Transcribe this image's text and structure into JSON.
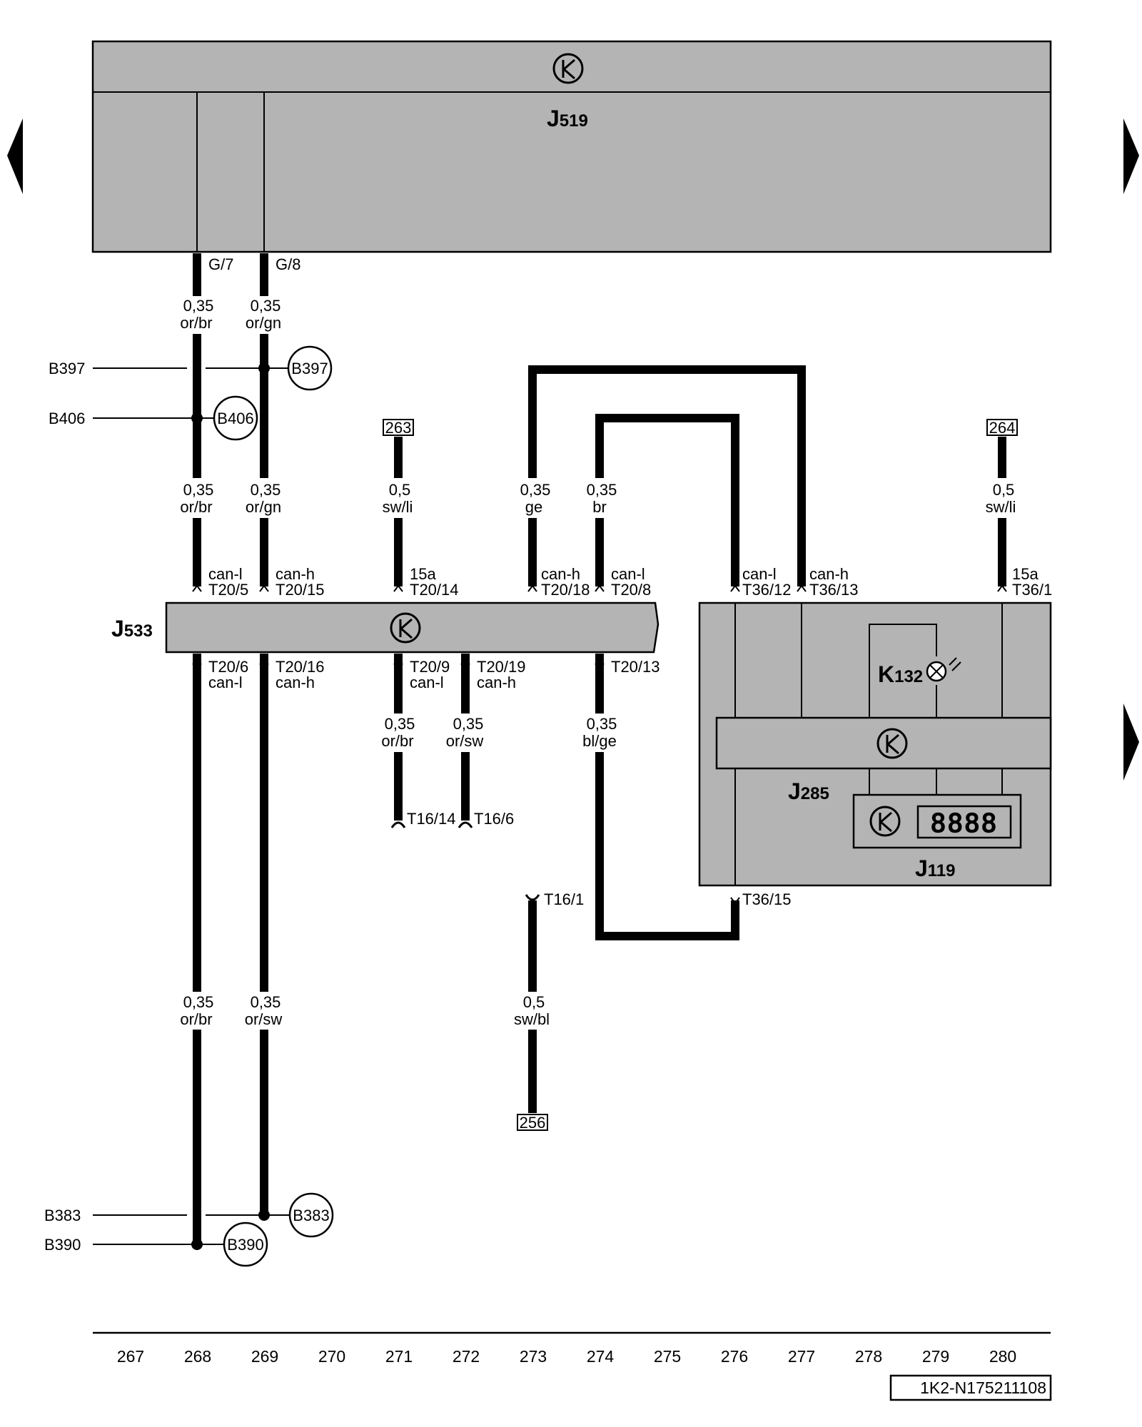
{
  "components": {
    "j519": "J",
    "j519_sub": "519",
    "j533": "J",
    "j533_sub": "533",
    "j285": "J",
    "j285_sub": "285",
    "j119": "J",
    "j119_sub": "119",
    "k132": "K",
    "k132_sub": "132",
    "j119_display": "8888"
  },
  "pins": {
    "g7": "G/7",
    "g8": "G/8",
    "t20_5": "T20/5",
    "t20_15": "T20/15",
    "t20_14": "T20/14",
    "t20_18": "T20/18",
    "t20_8": "T20/8",
    "t36_12": "T36/12",
    "t36_13": "T36/13",
    "t36_1": "T36/1",
    "t20_6": "T20/6",
    "t20_16": "T20/16",
    "t20_9": "T20/9",
    "t20_19": "T20/19",
    "t20_13": "T20/13",
    "t16_14": "T16/14",
    "t16_6": "T16/6",
    "t16_1": "T16/1",
    "t36_15": "T36/15"
  },
  "signals": {
    "can_l": "can-l",
    "can_h": "can-h",
    "s15a": "15a"
  },
  "wires": [
    {
      "size": "0,35",
      "color": "or/br"
    },
    {
      "size": "0,35",
      "color": "or/gn"
    },
    {
      "size": "0,35",
      "color": "or/br"
    },
    {
      "size": "0,35",
      "color": "or/gn"
    },
    {
      "size": "0,5",
      "color": "sw/li"
    },
    {
      "size": "0,35",
      "color": "ge"
    },
    {
      "size": "0,35",
      "color": "br"
    },
    {
      "size": "0,5",
      "color": "sw/li"
    },
    {
      "size": "0,35",
      "color": "or/br"
    },
    {
      "size": "0,35",
      "color": "or/sw"
    },
    {
      "size": "0,35",
      "color": "bl/ge"
    },
    {
      "size": "0,35",
      "color": "or/br"
    },
    {
      "size": "0,35",
      "color": "or/sw"
    },
    {
      "size": "0,5",
      "color": "sw/bl"
    }
  ],
  "connections": {
    "b397": "B397",
    "b406": "B406",
    "b383": "B383",
    "b390": "B390"
  },
  "references": {
    "r263": "263",
    "r264": "264",
    "r256": "256"
  },
  "footer": {
    "columns": [
      "267",
      "268",
      "269",
      "270",
      "271",
      "272",
      "273",
      "274",
      "275",
      "276",
      "277",
      "278",
      "279",
      "280"
    ],
    "diagram_id": "1K2-N175211108"
  }
}
